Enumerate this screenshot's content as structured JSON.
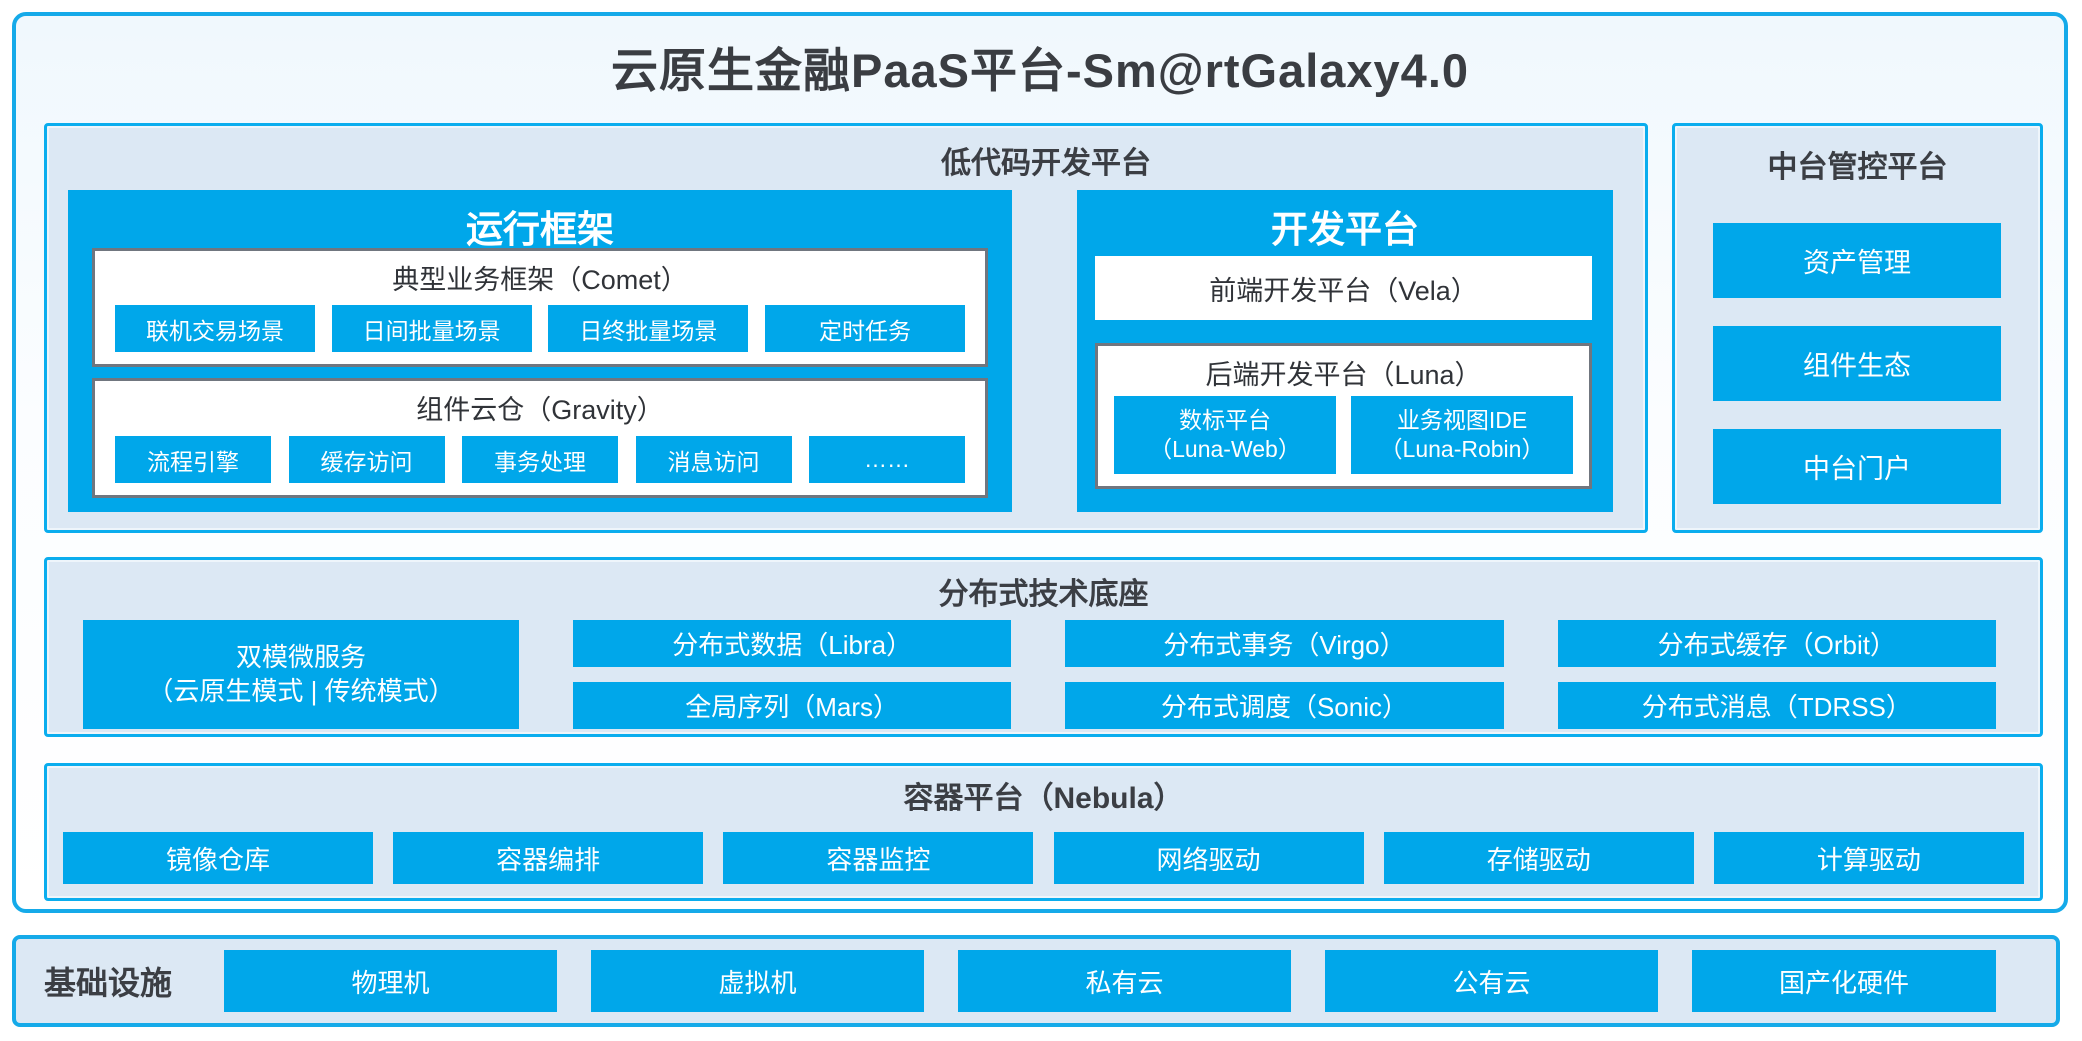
{
  "title": "云原生金融PaaS平台-Sm@rtGalaxy4.0",
  "colors": {
    "accent_blue": "#00A7EA",
    "panel_border_blue": "#0AADEE",
    "outer_border_blue": "#15AAE9",
    "panel_background": "#DCE8F4",
    "subbox_border_gray": "#70767F",
    "text_dark": "#3B3E44"
  },
  "low_code": {
    "title": "低代码开发平台",
    "runtime": {
      "title": "运行框架",
      "comet": {
        "title": "典型业务框架（Comet）",
        "items": [
          "联机交易场景",
          "日间批量场景",
          "日终批量场景",
          "定时任务"
        ]
      },
      "gravity": {
        "title": "组件云仓（Gravity）",
        "items": [
          "流程引擎",
          "缓存访问",
          "事务处理",
          "消息访问",
          "……"
        ]
      }
    },
    "dev": {
      "title": "开发平台",
      "vela": "前端开发平台（Vela）",
      "luna": {
        "title": "后端开发平台（Luna）",
        "items": [
          {
            "line1": "数标平台",
            "line2": "（Luna-Web）"
          },
          {
            "line1": "业务视图IDE",
            "line2": "（Luna-Robin）"
          }
        ]
      }
    }
  },
  "mid_platform": {
    "title": "中台管控平台",
    "items": [
      "资产管理",
      "组件生态",
      "中台门户"
    ]
  },
  "distributed": {
    "title": "分布式技术底座",
    "dual_mode": {
      "line1": "双模微服务",
      "line2": "（云原生模式 | 传统模式）"
    },
    "row1": [
      "分布式数据（Libra）",
      "分布式事务（Virgo）",
      "分布式缓存（Orbit）"
    ],
    "row2": [
      "全局序列（Mars）",
      "分布式调度（Sonic）",
      "分布式消息（TDRSS）"
    ]
  },
  "container_platform": {
    "title": "容器平台（Nebula）",
    "items": [
      "镜像仓库",
      "容器编排",
      "容器监控",
      "网络驱动",
      "存储驱动",
      "计算驱动"
    ]
  },
  "infrastructure": {
    "title": "基础设施",
    "items": [
      "物理机",
      "虚拟机",
      "私有云",
      "公有云",
      "国产化硬件"
    ]
  }
}
